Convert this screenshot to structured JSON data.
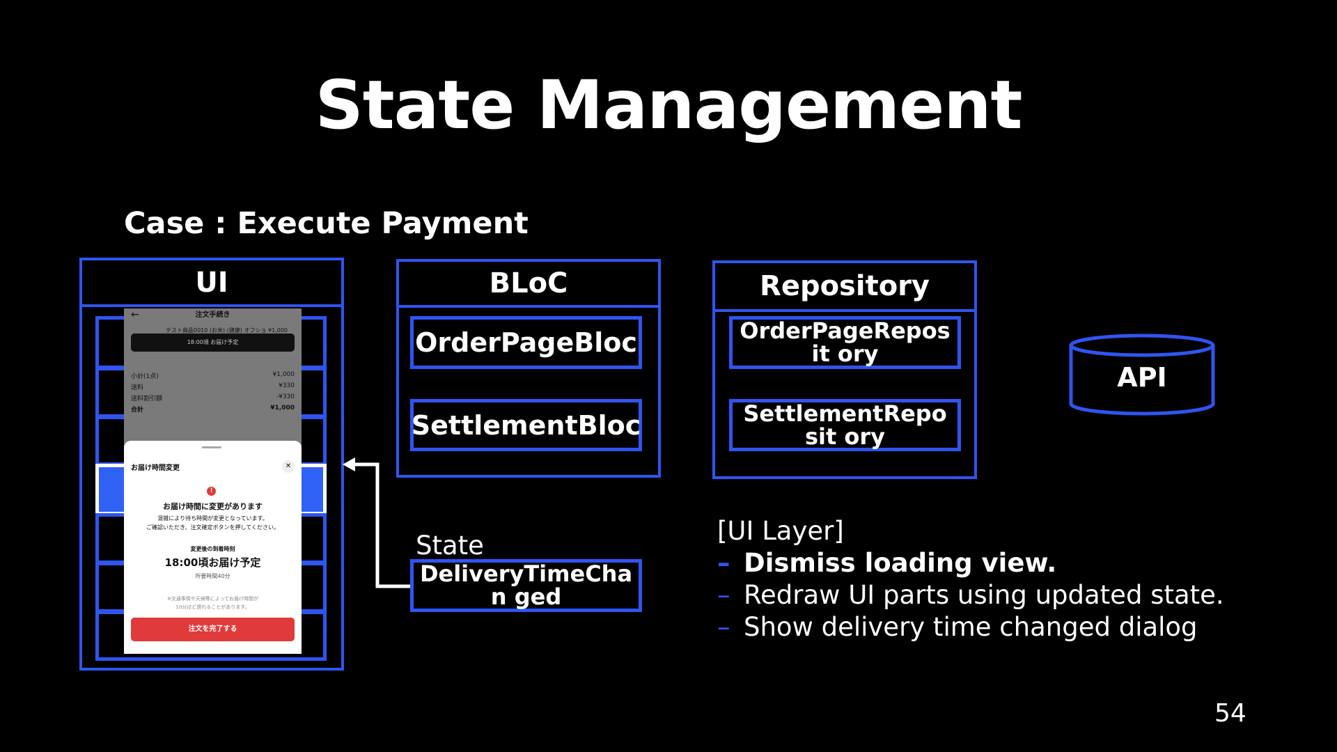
{
  "slide": {
    "title": "State Management",
    "case_label": "Case : Execute Payment",
    "page_number": "54"
  },
  "diagram": {
    "ui_panel": {
      "header": "UI"
    },
    "bloc_panel": {
      "header": "BLoC",
      "items": [
        "OrderPageBloc",
        "SettlementBloc"
      ]
    },
    "repository_panel": {
      "header": "Repository",
      "items": [
        "OrderPageReposit ory",
        "SettlementReposit ory"
      ]
    },
    "api": {
      "label": "API"
    },
    "state": {
      "label": "State",
      "value": "DeliveryTimeChan ged"
    }
  },
  "phone": {
    "header_title": "注文手続き",
    "item_line": "テスト商品0010 (お米) (健康) オフショ ¥1,000",
    "banner": "18:00頃 お届け予定",
    "rows": [
      {
        "label": "小計(1点)",
        "value": "¥1,000"
      },
      {
        "label": "送料",
        "value": "¥330"
      },
      {
        "label": "送料割引額",
        "value": "-¥330"
      },
      {
        "label": "合計",
        "value": "¥1,000"
      }
    ],
    "sheet_title": "お届け時間変更",
    "heading": "お届け時間に変更があります",
    "desc1": "混雑により待ち時間が変更となっています。",
    "desc2": "ご確認いただき、注文確定ボタンを押してください。",
    "arrival_label": "変更後の到着時刻",
    "arrival_time": "18:00頃お届け予定",
    "duration": "所要時間40分",
    "note1": "※交通事情や天候等によってお届け時間が",
    "note2": "10分ほど遅れることがあります。",
    "button": "注文を完了する"
  },
  "ui_layer": {
    "title": "[UI Layer]",
    "bullets": [
      "Dismiss loading view.",
      "Redraw UI parts using updated state.",
      "Show delivery time changed dialog"
    ]
  },
  "colors": {
    "accent_blue": "#2f55f0",
    "background": "#000000",
    "text": "#ffffff",
    "order_red": "#e03a3a"
  }
}
